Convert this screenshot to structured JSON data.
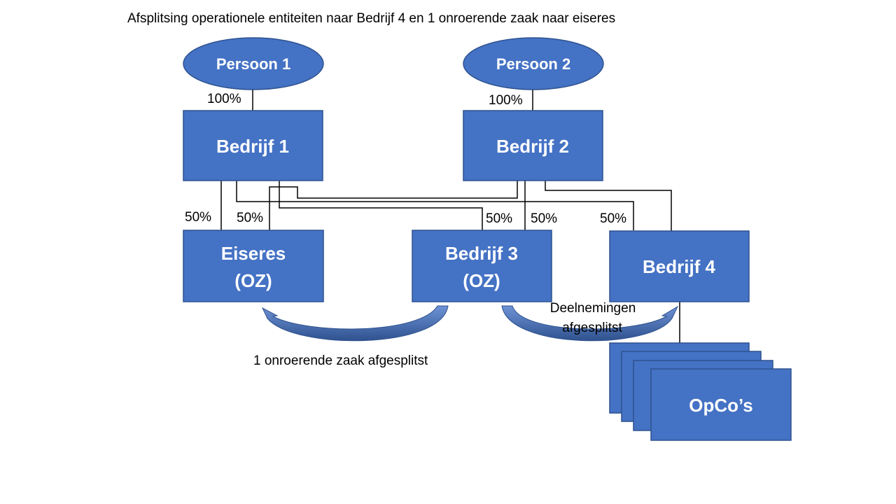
{
  "title": "Afsplitsing operationele entiteiten naar Bedrijf 4 en 1 onroerende zaak naar eiseres",
  "nodes": {
    "persoon1": "Persoon 1",
    "persoon2": "Persoon 2",
    "bedrijf1": "Bedrijf 1",
    "bedrijf2": "Bedrijf 2",
    "eiseres_line1": "Eiseres",
    "eiseres_line2": "(OZ)",
    "bedrijf3_line1": "Bedrijf 3",
    "bedrijf3_line2": "(OZ)",
    "bedrijf4": "Bedrijf 4",
    "opcos": "OpCo’s"
  },
  "percentages": {
    "p1_b1": "100%",
    "p2_b2": "100%",
    "b1_eiseres": "50%",
    "b2_eiseres": "50%",
    "b1_b3": "50%",
    "b2_b3": "50%",
    "b1_b4": "50%"
  },
  "annotations": {
    "property_split": "1 onroerende zaak afgesplitst",
    "participations_line1": "Deelnemingen",
    "participations_line2": "afgesplitst"
  },
  "colors": {
    "box_fill": "#4472C4",
    "box_stroke": "#2F528F",
    "line": "#000000"
  }
}
